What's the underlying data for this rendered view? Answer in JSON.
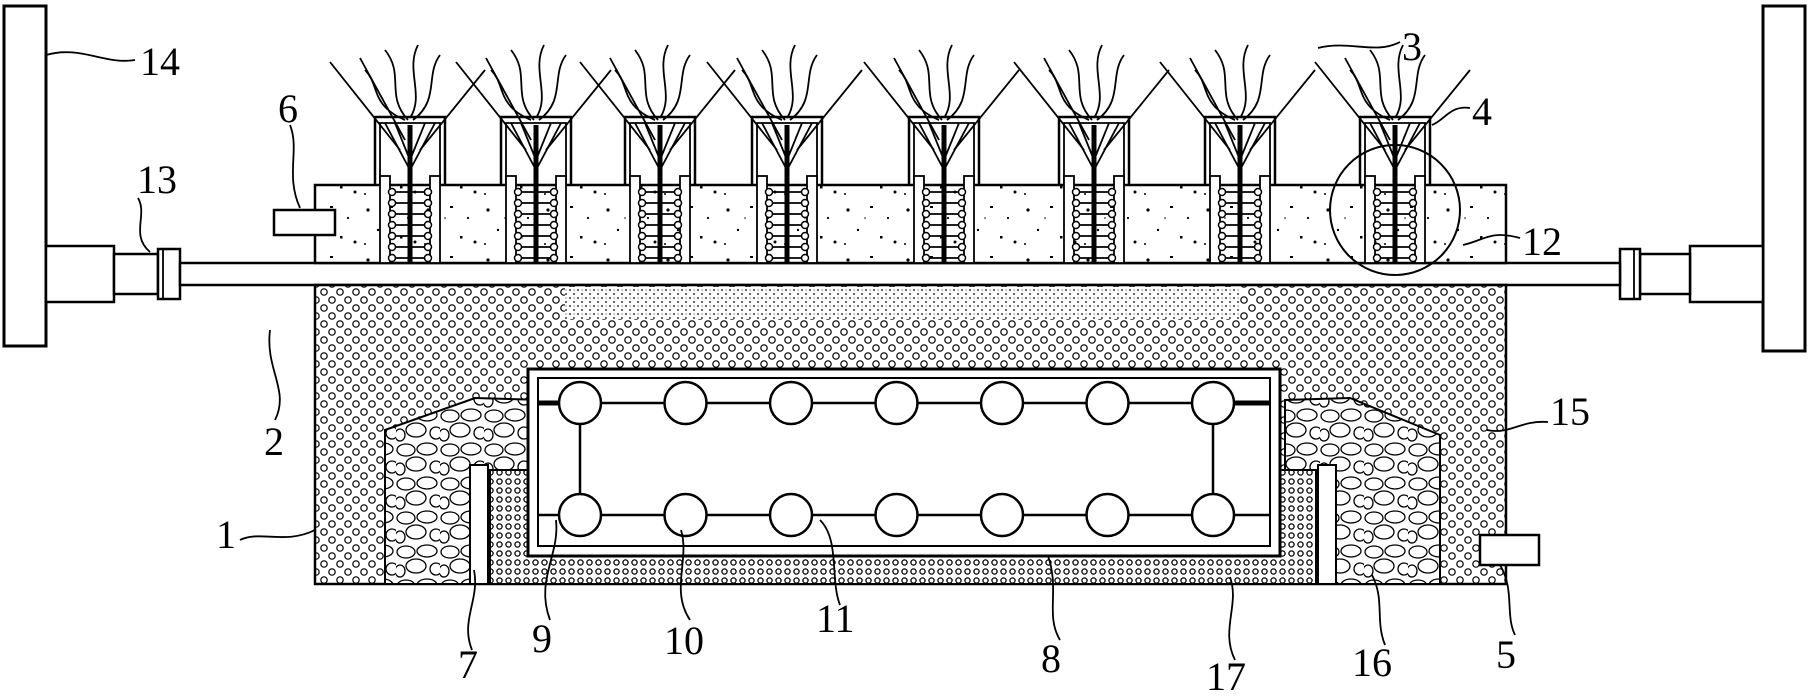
{
  "diagram": {
    "labels": {
      "l1": "1",
      "l2": "2",
      "l3": "3",
      "l4": "4",
      "l5": "5",
      "l6": "6",
      "l7": "7",
      "l8": "8",
      "l9": "9",
      "l10": "10",
      "l11": "11",
      "l12": "12",
      "l13": "13",
      "l14": "14",
      "l15": "15",
      "l16": "16",
      "l17": "17"
    },
    "plant_count": 8,
    "roller_count_per_row": 7,
    "colors": {
      "line": "#000000",
      "background": "#ffffff"
    }
  }
}
